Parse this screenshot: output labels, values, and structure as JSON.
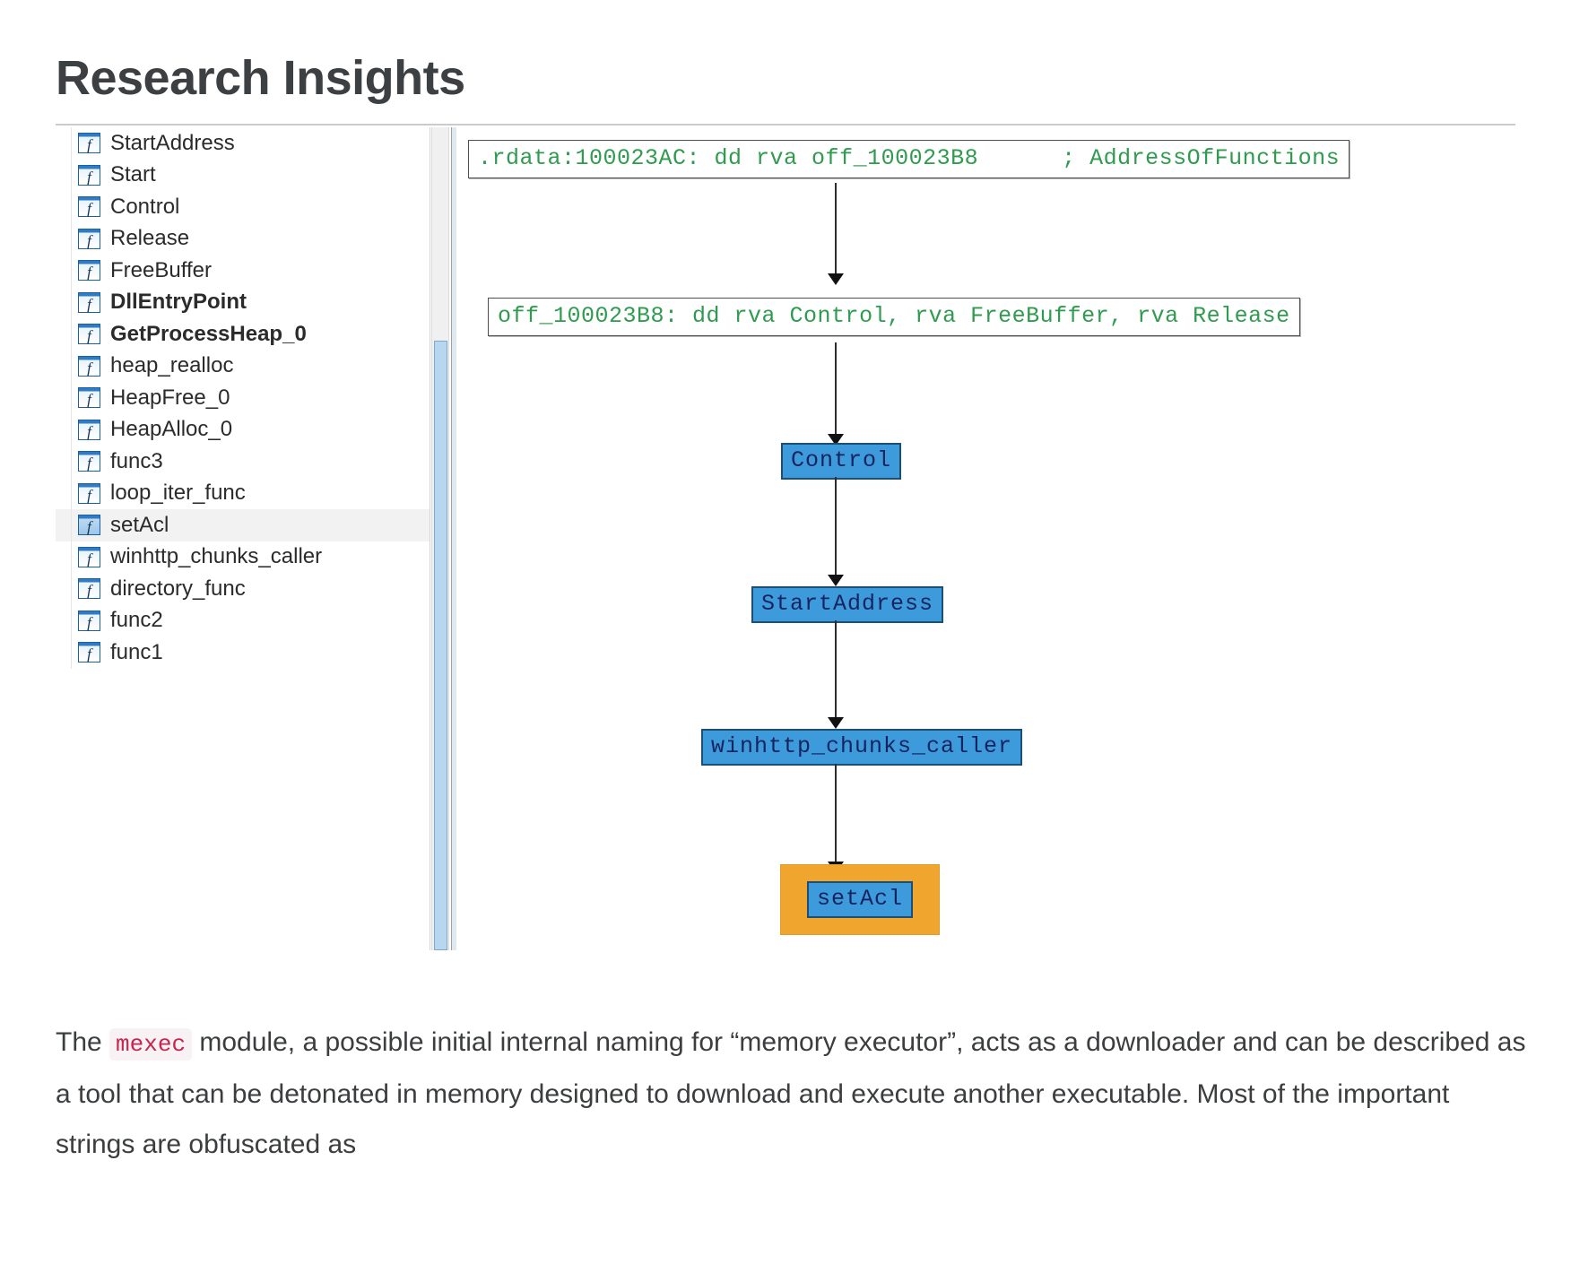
{
  "page": {
    "title": "Research Insights"
  },
  "figure": {
    "function_list": {
      "header_icon": "function-icon",
      "icon_glyph": "f",
      "selected": "setAcl",
      "items": [
        {
          "label": "StartAddress",
          "bold": false,
          "selected": false
        },
        {
          "label": "Start",
          "bold": false,
          "selected": false
        },
        {
          "label": "Control",
          "bold": false,
          "selected": false
        },
        {
          "label": "Release",
          "bold": false,
          "selected": false
        },
        {
          "label": "FreeBuffer",
          "bold": false,
          "selected": false
        },
        {
          "label": "DllEntryPoint",
          "bold": true,
          "selected": false
        },
        {
          "label": "GetProcessHeap_0",
          "bold": true,
          "selected": false
        },
        {
          "label": "heap_realloc",
          "bold": false,
          "selected": false
        },
        {
          "label": "HeapFree_0",
          "bold": false,
          "selected": false
        },
        {
          "label": "HeapAlloc_0",
          "bold": false,
          "selected": false
        },
        {
          "label": "func3",
          "bold": false,
          "selected": false
        },
        {
          "label": "loop_iter_func",
          "bold": false,
          "selected": false
        },
        {
          "label": "setAcl",
          "bold": false,
          "selected": true
        },
        {
          "label": "winhttp_chunks_caller",
          "bold": false,
          "selected": false
        },
        {
          "label": "directory_func",
          "bold": false,
          "selected": false
        },
        {
          "label": "func2",
          "bold": false,
          "selected": false
        },
        {
          "label": "func1",
          "bold": false,
          "selected": false
        }
      ]
    },
    "graph": {
      "asm_lines": [
        ".rdata:100023AC: dd rva off_100023B8      ; AddressOfFunctions",
        "off_100023B8: dd rva Control, rva FreeBuffer, rva Release"
      ],
      "nodes": [
        {
          "label": "Control",
          "highlighted": false
        },
        {
          "label": "StartAddress",
          "highlighted": false
        },
        {
          "label": "winhttp_chunks_caller",
          "highlighted": false
        },
        {
          "label": "setAcl",
          "highlighted": true
        }
      ],
      "colors": {
        "asm_text": "#2f9b4e",
        "node_fill": "#3d9bdc",
        "node_border": "#1b4f75",
        "node_text": "#15235e",
        "highlight": "#f0a52e",
        "edge": "#2d2d2d"
      }
    }
  },
  "paragraph": {
    "part1": "The ",
    "code": "mexec",
    "part2": " module, a possible initial internal naming for “memory executor”, acts as a downloader and can be described as a tool that can be detonated in memory designed to download and execute another executable. Most of the important strings are obfuscated as"
  }
}
